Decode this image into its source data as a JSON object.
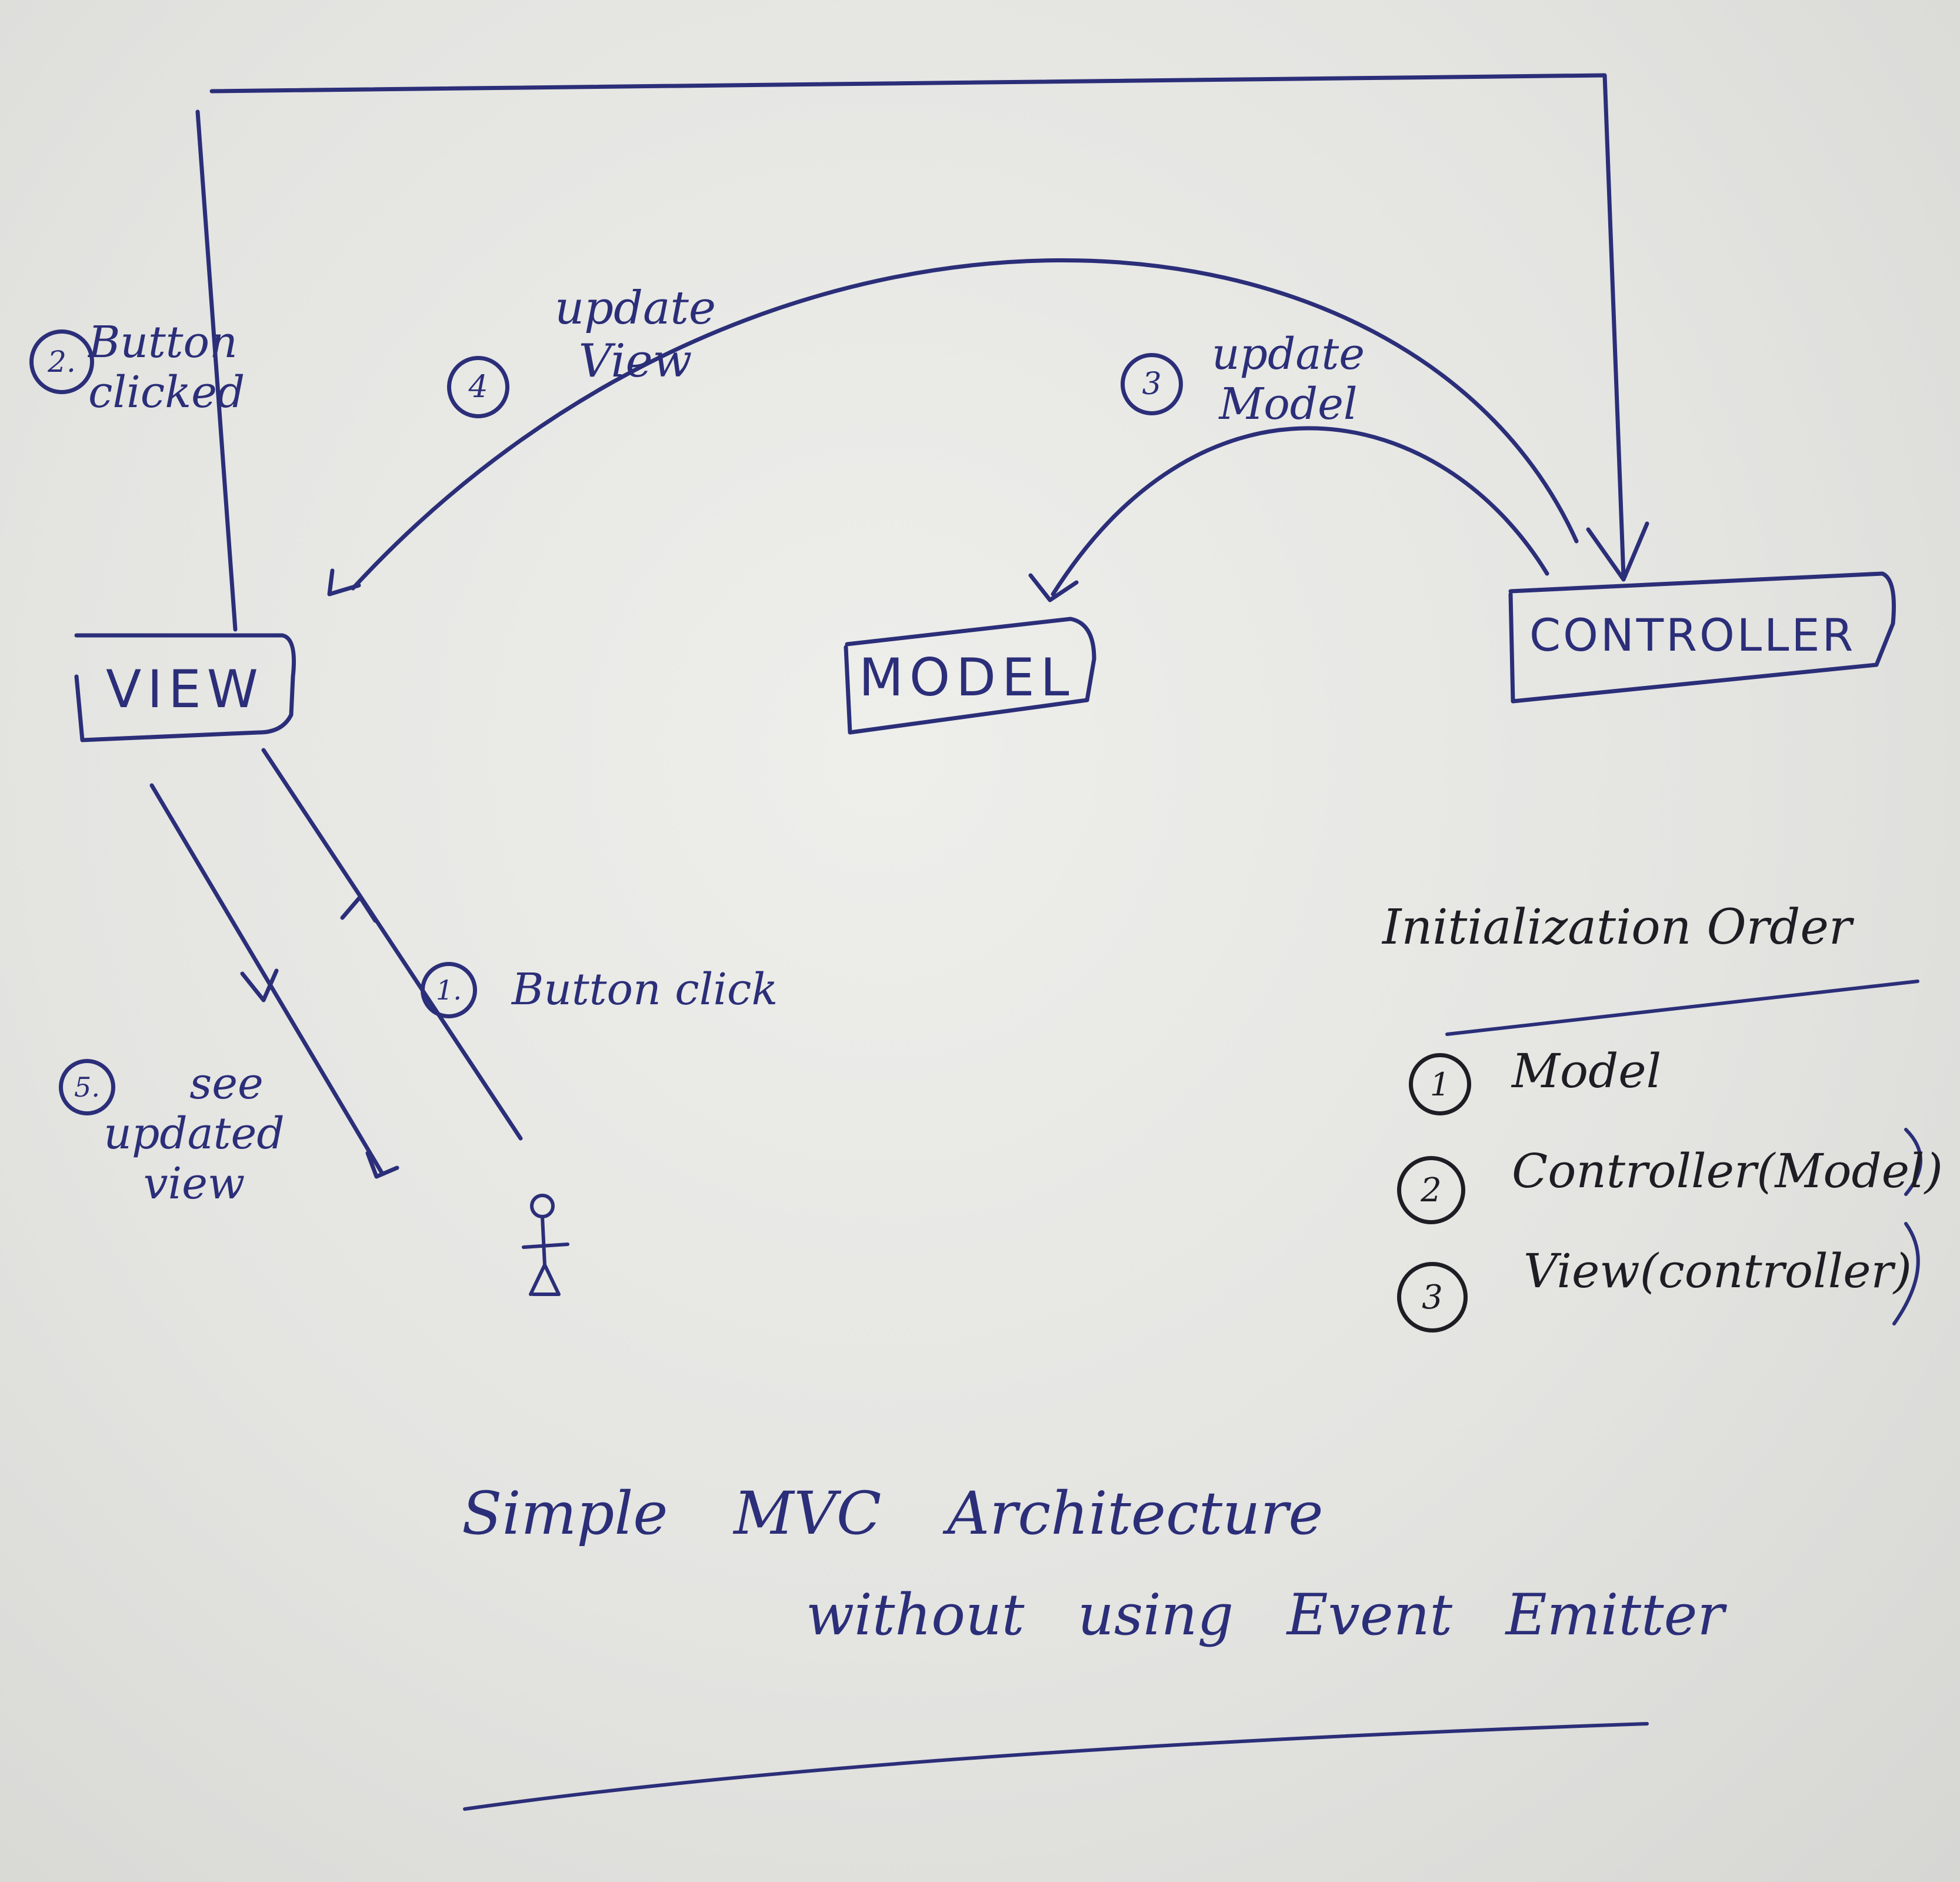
{
  "components": {
    "view": "VIEW",
    "model": "MODEL",
    "controller": "CONTROLLER"
  },
  "steps": [
    {
      "number": "1.",
      "label": "Button click"
    },
    {
      "number": "2.",
      "label": "Button clicked"
    },
    {
      "number": "3",
      "label": "update Model"
    },
    {
      "number": "4",
      "label": "update View"
    },
    {
      "number": "5.",
      "label": "see updated view"
    }
  ],
  "initialization": {
    "heading": "Initialization Order",
    "items": [
      {
        "number": "1",
        "label": "Model"
      },
      {
        "number": "2",
        "label": "Controller(Model)"
      },
      {
        "number": "3",
        "label": "View(controller)"
      }
    ]
  },
  "caption": {
    "line1": "Simple MVC Architecture",
    "line2": "without using Event Emitter"
  },
  "colors": {
    "ink_blue": "#2b2e78",
    "ink_black": "#1d1d24",
    "paper": "#e6e6e3"
  }
}
